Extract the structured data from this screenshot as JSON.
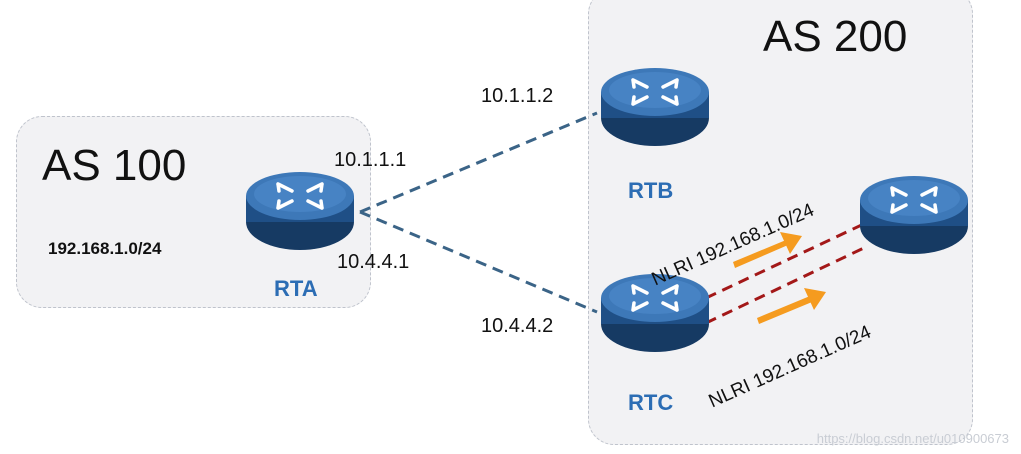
{
  "as_100": {
    "title": "AS 100",
    "prefix": "192.168.1.0/24"
  },
  "as_200": {
    "title": "AS 200"
  },
  "routers": {
    "rta": {
      "name": "RTA"
    },
    "rtb": {
      "name": "RTB"
    },
    "rtc": {
      "name": "RTC"
    }
  },
  "interfaces": {
    "rtb_ip": "10.1.1.2",
    "rta_ip_1": "10.1.1.1",
    "rta_ip_2": "10.4.4.1",
    "rtc_ip": "10.4.4.2"
  },
  "nlri": {
    "upper": "NLRI 192.168.1.0/24",
    "lower": "NLRI 192.168.1.0/24"
  },
  "watermark": "https://blog.csdn.net/u010900673",
  "colors": {
    "router_body": "#1f4f86",
    "ebgp_link": "#3b6487",
    "ibgp_link": "#a31818",
    "arrow": "#f59b1f",
    "label_blue": "#2c6db4"
  }
}
